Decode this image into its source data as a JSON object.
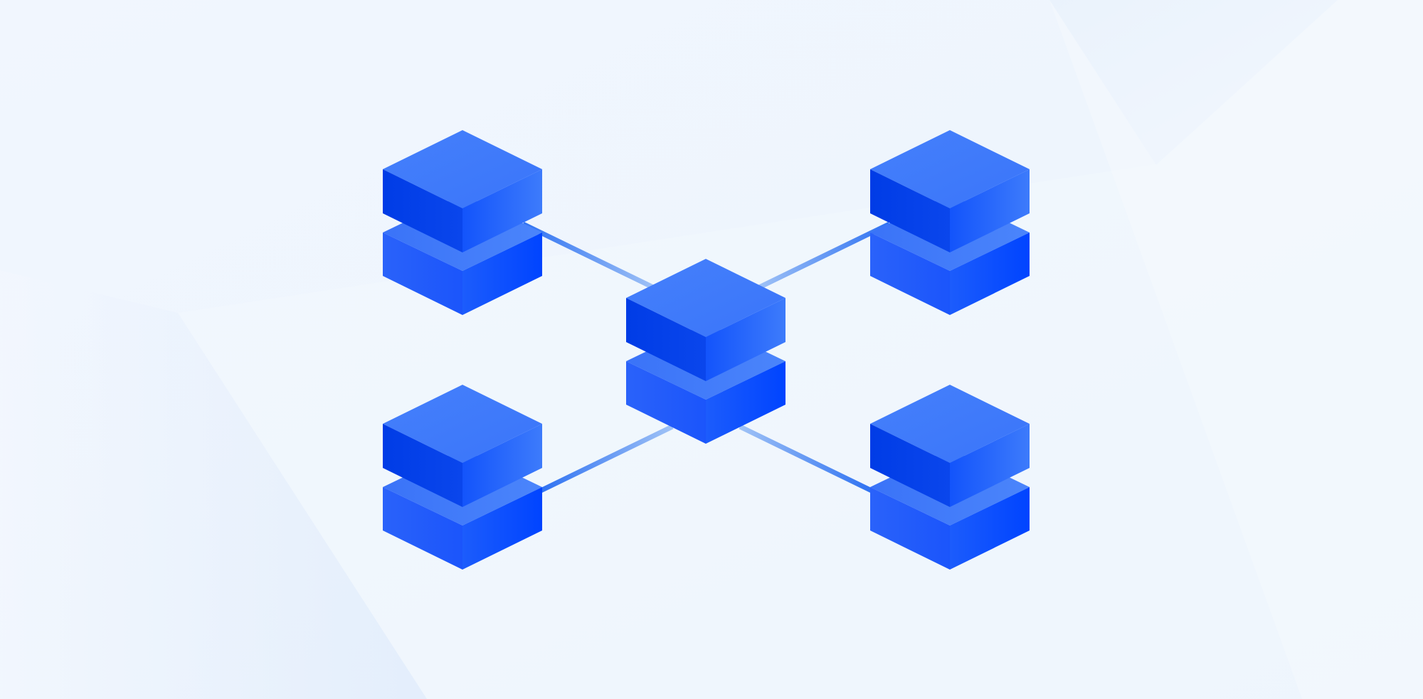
{
  "illustration": {
    "kind": "isometric network of stacked blocks",
    "node_count": 5,
    "hub": "center",
    "links": [
      "top-left",
      "top-right",
      "bottom-left",
      "bottom-right"
    ]
  },
  "colors": {
    "background_light": "#F3F8FE",
    "background_mid": "#EBF3FD",
    "background_accent": "#DDEAFB",
    "block_top": "#3D78FB",
    "block_left": "#0040E8",
    "block_right": "#1F66FB",
    "block_lower_left": "#2157F8",
    "block_lower_right": "#0E4EFF",
    "link": "#2F72F2"
  }
}
